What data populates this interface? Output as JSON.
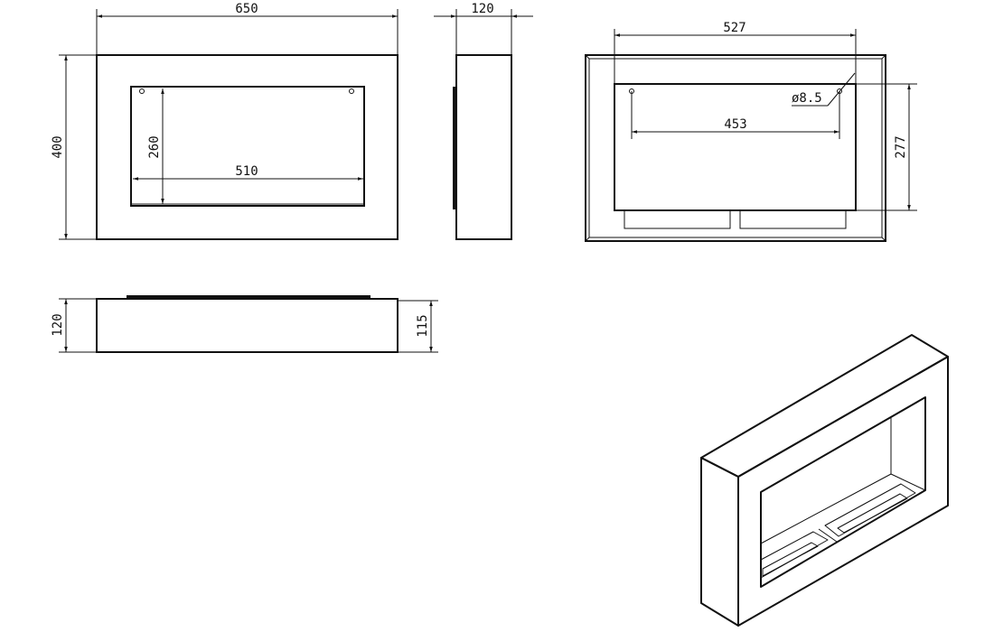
{
  "drawing": {
    "front_view": {
      "width_label": "650",
      "height_label": "400",
      "opening_height_label": "260",
      "opening_width_label": "510"
    },
    "side_view": {
      "depth_label": "120"
    },
    "back_view": {
      "plate_width_label": "527",
      "hole_spacing_label": "453",
      "hole_diameter_label": "ø8.5",
      "plate_height_label": "277"
    },
    "top_view": {
      "depth_label": "120",
      "body_depth_label": "115"
    },
    "colors": {
      "line": "#111111",
      "background": "#ffffff"
    }
  }
}
